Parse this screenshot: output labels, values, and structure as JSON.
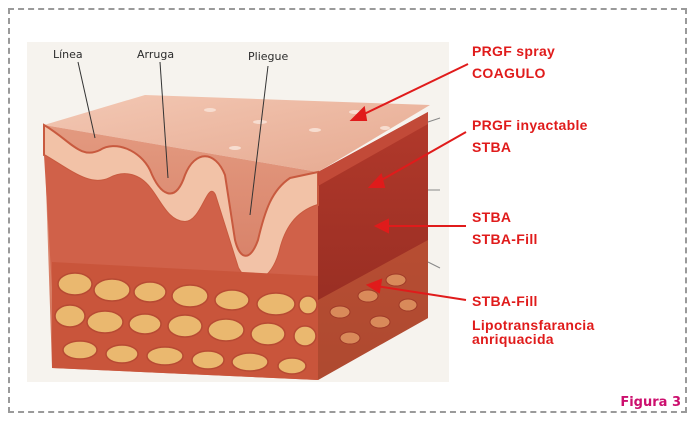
{
  "illustration_labels": {
    "linea": "Línea",
    "arruga": "Arruga",
    "pliegue": "Pliegue"
  },
  "annotations": [
    {
      "line1": "PRGF spray",
      "line2": "COAGULO"
    },
    {
      "line1": "PRGF inyactable",
      "line2": "STBA"
    },
    {
      "line1": "STBA",
      "line2": "STBA-Fill"
    },
    {
      "line1": "STBA-Fill",
      "line2": "Lipotransfarancia",
      "line3": "anriquacida"
    }
  ],
  "figure_label": "Figura 3",
  "colors": {
    "annotation_red": "#e01b1b",
    "figure_label": "#cc0f6e",
    "skin_dark": "#b33f2f",
    "skin_light": "#e8a58c",
    "fat": "#e9b870"
  }
}
